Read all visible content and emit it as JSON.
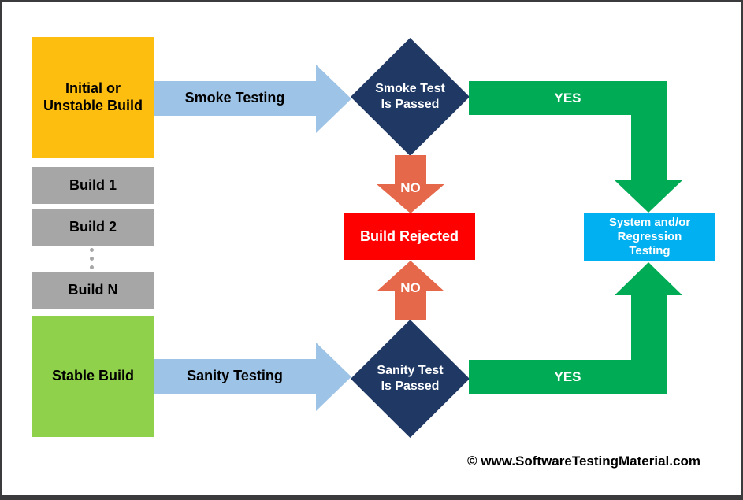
{
  "nodes": {
    "initial_build": {
      "label": "Initial or\nUnstable Build",
      "color": "#FEBE10"
    },
    "build_1": {
      "label": "Build 1",
      "color": "#A6A6A6"
    },
    "build_2": {
      "label": "Build 2",
      "color": "#A6A6A6"
    },
    "build_n": {
      "label": "Build N",
      "color": "#A6A6A6"
    },
    "stable_build": {
      "label": "Stable Build",
      "color": "#8FD14A"
    },
    "smoke_decision": {
      "label": "Smoke Test\nIs Passed",
      "color": "#1F3864"
    },
    "sanity_decision": {
      "label": "Sanity Test\nIs Passed",
      "color": "#1F3864"
    },
    "build_rejected": {
      "label": "Build Rejected",
      "color": "#FE0000"
    },
    "system_regression": {
      "label": "System and/or\nRegression\nTesting",
      "color": "#00B0F0"
    }
  },
  "edges": {
    "smoke_testing": {
      "label": "Smoke Testing",
      "color": "#9DC3E6"
    },
    "sanity_testing": {
      "label": "Sanity Testing",
      "color": "#9DC3E6"
    },
    "yes_top": {
      "label": "YES",
      "color": "#00AB55"
    },
    "yes_bottom": {
      "label": "YES",
      "color": "#00AB55"
    },
    "no_top": {
      "label": "NO",
      "color": "#E5684A"
    },
    "no_bottom": {
      "label": "NO",
      "color": "#E5684A"
    }
  },
  "footer": {
    "copyright": "© www.SoftwareTestingMaterial.com"
  },
  "frame": {
    "border_color": "#3B3B3D",
    "background": "#FFFFFF"
  }
}
